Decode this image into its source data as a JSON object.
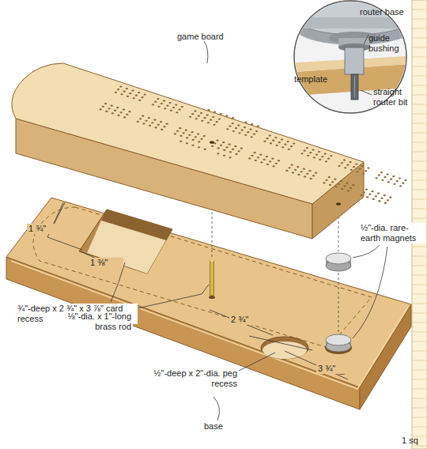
{
  "diagram": {
    "labels": [
      "router base",
      "guide bushing",
      "template",
      "straight router bit",
      "game board",
      "1 ¾\"",
      "1 ⅜\"",
      "¾\"-deep x 2 ¾\" x 3 ⅞\" card recess",
      "⅛\"-dia. x 1\"-long brass rod",
      "2 ¾\"",
      "½\"-deep x 2\"-dia. peg recess",
      "3 ¾\"",
      "½\"-dia. rare-earth magnets",
      "base",
      "1 sq"
    ]
  }
}
